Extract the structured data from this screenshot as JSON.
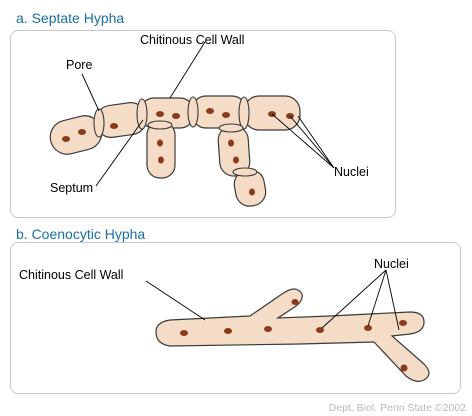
{
  "panel_a": {
    "title": "a. Septate Hypha",
    "labels": {
      "cell_wall": "Chitinous Cell Wall",
      "pore": "Pore",
      "septum": "Septum",
      "nuclei": "Nuclei"
    }
  },
  "panel_b": {
    "title": "b. Coenocytic Hypha",
    "labels": {
      "cell_wall": "Chitinous Cell Wall",
      "nuclei": "Nuclei"
    }
  },
  "credit": "Dept. Biol. Penn State ©2002",
  "colors": {
    "cell_fill": "#f5dcc6",
    "cell_stroke": "#3a3a3a",
    "nucleus": "#8b3a1a",
    "title": "#1a6fa3",
    "box_border": "#c8c8c8"
  }
}
